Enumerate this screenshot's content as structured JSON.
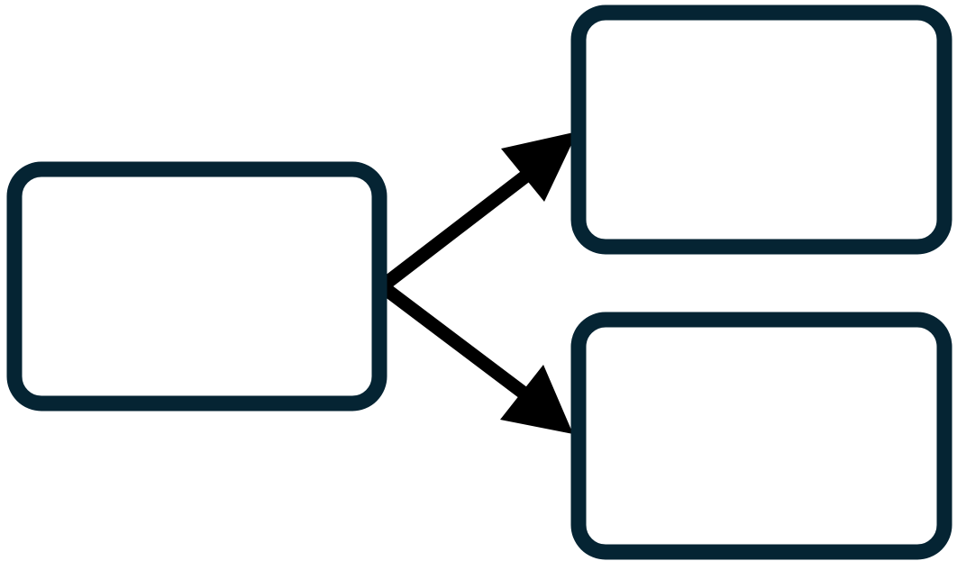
{
  "diagram": {
    "type": "flowchart",
    "colors": {
      "background": "#ffffff",
      "node_border": "#052433",
      "node_fill": "#ffffff",
      "edge": "#000000"
    },
    "nodes": [
      {
        "id": "source",
        "label": ""
      },
      {
        "id": "target-top",
        "label": ""
      },
      {
        "id": "target-bottom",
        "label": ""
      }
    ],
    "edges": [
      {
        "from": "source",
        "to": "target-top",
        "arrow": "filled-triangle"
      },
      {
        "from": "source",
        "to": "target-bottom",
        "arrow": "filled-triangle"
      }
    ]
  }
}
